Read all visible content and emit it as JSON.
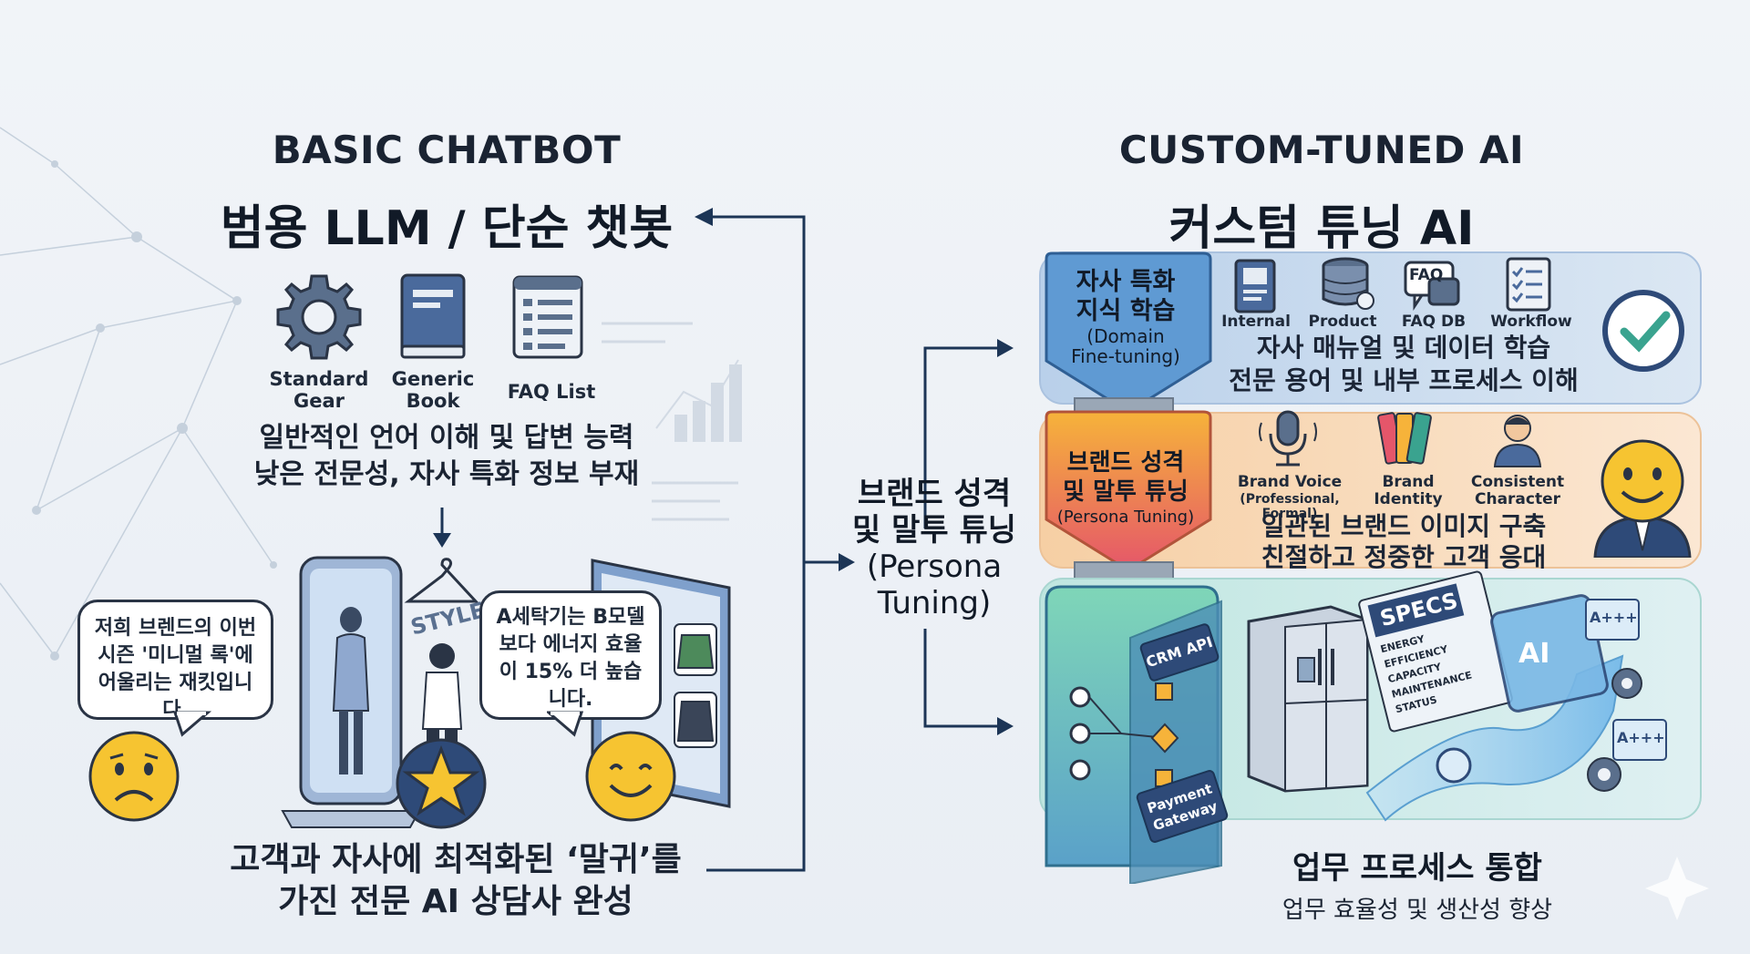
{
  "left": {
    "title_en": "BASIC CHATBOT",
    "title_ko": "범용 LLM / 단순 챗봇",
    "icons": [
      {
        "label": "Standard Gear",
        "icon": "gear-icon"
      },
      {
        "label": "Generic Book",
        "icon": "book-icon"
      },
      {
        "label": "FAQ List",
        "icon": "faq-list-icon"
      }
    ],
    "desc_line1": "일반적인 언어 이해 및  답변 능력",
    "desc_line2": "낮은 전문성, 자사 특화 정보 부재",
    "bubble_left": "저희 브렌드의 이번 시즌 '미니멀 록'에 어울리는 재킷입니다.",
    "bubble_right": "A세탁기는 B모델보다 에너지 효율이 15% 더 높습니다.",
    "hanger_text": "STYLE",
    "bottom_line1": "고객과 자사에 최적화된 ‘말귀’를",
    "bottom_line2": "가진 전문 AI 상담사 완성"
  },
  "middle": {
    "line1": "브랜드 성격",
    "line2": "및 말투 튜닝",
    "line3": "(Persona",
    "line4": "Tuning)"
  },
  "right": {
    "title_en": "CUSTOM-TUNED AI",
    "title_ko": "커스텀 튜닝 AI",
    "domain": {
      "label1": "자사 특화",
      "label2": "지식 학습",
      "label3": "(Domain",
      "label4": "Fine-tuning)",
      "icons": [
        "Internal",
        "Product",
        "FAQ DB",
        "Workflow"
      ],
      "faq_badge": "FAQ",
      "desc1": "자사 매뉴얼 및 데이터 학습",
      "desc2": "전문 용어 및 내부 프로세스 이해"
    },
    "persona": {
      "label1": "브랜드 성격",
      "label2": "및 말투 튜닝",
      "label3": "(Persona Tuning)",
      "voice": "Brand Voice",
      "voice_sub": "(Professional, Formal)",
      "identity1": "Brand",
      "identity2": "Identity",
      "char1": "Consistent",
      "char2": "Character",
      "desc1": "일관된 브랜드 이미지 구축",
      "desc2": "친절하고 정중한 고객 응대"
    },
    "process": {
      "crm": "CRM API",
      "payment1": "Payment",
      "payment2": "Gateway",
      "specs": "SPECS",
      "specs_items": [
        "ENERGY EFFICIENCY",
        "CAPACITY",
        "MAINTENANCE",
        "STATUS"
      ],
      "ai": "AI",
      "rating": "A+++",
      "title": "업무 프로세스 통합",
      "subtitle": "업무 효율성 및 생산성 향상"
    }
  },
  "colors": {
    "domain_panel": "#c9dcef",
    "persona_panel": "#f8dfc2",
    "process_panel": "#cfe9ea",
    "arrow": "#1c3556",
    "emoji": "#f6c431"
  }
}
